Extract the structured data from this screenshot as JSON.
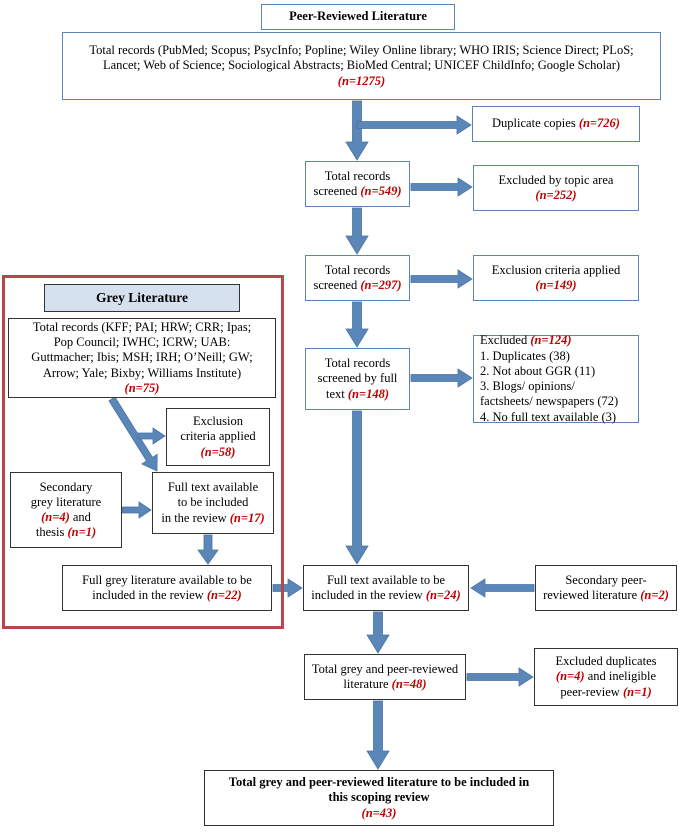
{
  "peer": {
    "title": "Peer-Reviewed Literature",
    "total_records": {
      "lines": [
        "Total records (PubMed; Scopus; PsycInfo; Popline; Wiley Online library; WHO IRIS; Science Direct; PLoS;",
        "Lancet; Web of Science; Sociological Abstracts; BioMed Central; UNICEF ChildInfo; Google Scholar)"
      ],
      "n": "(n=1275)"
    },
    "duplicate": {
      "text": "Duplicate copies ",
      "n": "(n=726)"
    },
    "screened": {
      "lines": [
        "Total records",
        "screened "
      ],
      "n": "(n=549)"
    },
    "excluded_topic": {
      "text": "Excluded by topic area",
      "n": "(n=252)"
    },
    "screened2": {
      "lines": [
        "Total records",
        "screened "
      ],
      "n": "(n=297)"
    },
    "exclusion_criteria": {
      "text": "Exclusion criteria applied",
      "n": "(n=149)"
    },
    "fulltext_screen": {
      "lines": [
        "Total records",
        "screened by full",
        "text "
      ],
      "n": "(n=148)"
    },
    "excluded124": {
      "head": "Excluded ",
      "n": "(n=124)",
      "items": [
        "1. Duplicates (38)",
        "2. Not about GGR (11)",
        "3. Blogs/ opinions/",
        "factsheets/ newspapers (72)",
        "4. No full text available (3)"
      ]
    },
    "fulltext_available": {
      "lines": [
        "Full text available to be",
        "included in the review "
      ],
      "n": "(n=24)"
    },
    "secondary_peer": {
      "lines": [
        "Secondary peer-",
        "reviewed literature "
      ],
      "n": "(n=2)"
    },
    "total_grey_peer": {
      "lines": [
        "Total grey and peer-reviewed",
        "literature "
      ],
      "n": "(n=48)"
    },
    "excluded_duplicates": {
      "line1": "Excluded duplicates",
      "n1": "(n=4)",
      "mid": " and ineligible",
      "line3": "peer-review ",
      "n2": "(n=1)"
    },
    "final": {
      "lines": [
        "Total grey and peer-reviewed literature to be included in",
        "this scoping review"
      ],
      "n": "(n=43)"
    }
  },
  "grey": {
    "title": "Grey Literature",
    "total_records": {
      "lines": [
        "Total records (KFF; PAI; HRW; CRR; Ipas;",
        "Pop Council; IWHC; ICRW; UAB:",
        "Guttmacher; Ibis; MSH; IRH; O’Neill; GW;",
        "Arrow; Yale; Bixby; Williams Institute)"
      ],
      "n": "(n=75)"
    },
    "exclusion": {
      "lines": [
        "Exclusion",
        "criteria applied"
      ],
      "n": "(n=58)"
    },
    "secondary": {
      "l1": "Secondary",
      "l2": "grey literature",
      "n1": "(n=4)",
      "mid": " and",
      "l4": "thesis ",
      "n2": "(n=1)"
    },
    "fulltext": {
      "lines": [
        "Full text available",
        "to be included",
        "in the review "
      ],
      "n": "(n=17)"
    },
    "full_grey": {
      "lines": [
        "Full grey literature available to be",
        "included in the review "
      ],
      "n": "(n=22)"
    }
  },
  "colors": {
    "arrow": "#5b86b8",
    "arrow_dark": "#4a74a6",
    "box_border": "#5b86b8",
    "grey_frame": "#b5484a",
    "n_text": "#c00000",
    "grey_title_bg": "#d6e1f0"
  }
}
